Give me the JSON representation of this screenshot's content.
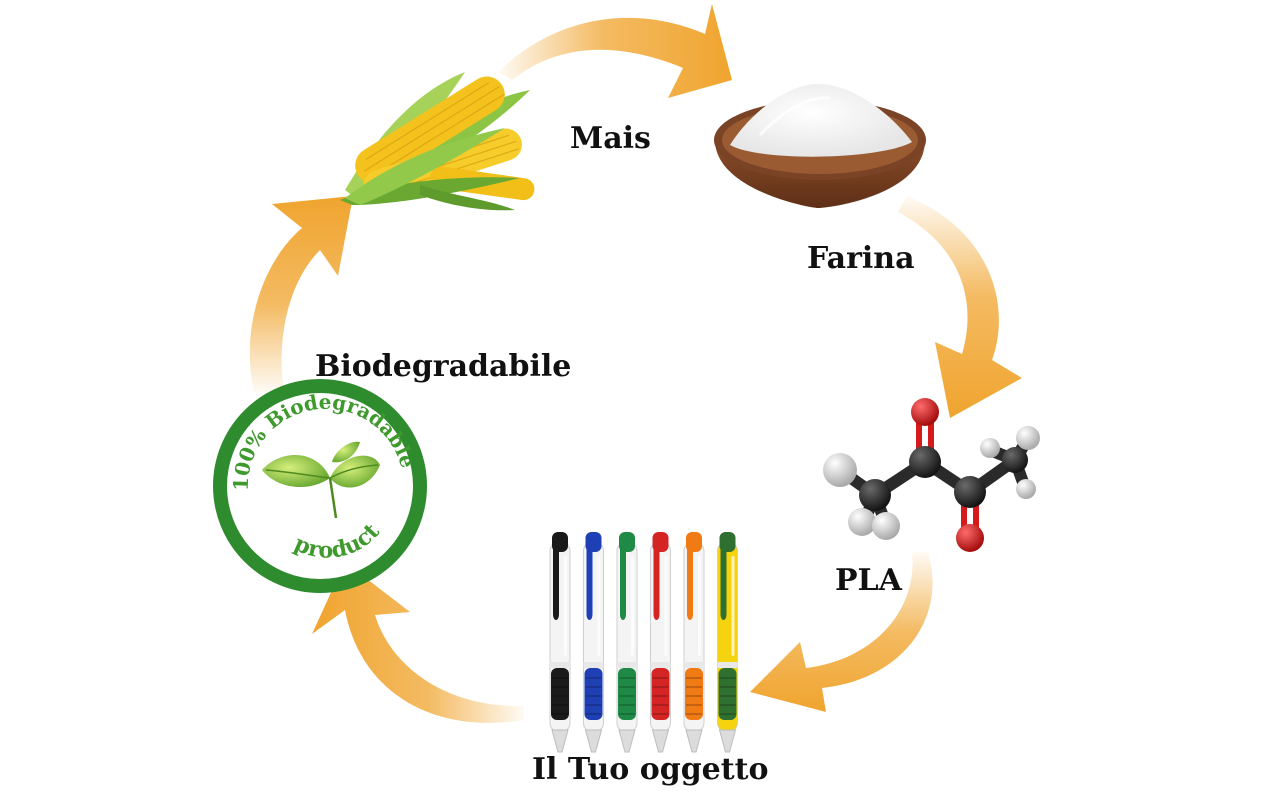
{
  "stages": {
    "corn": {
      "label": "Mais",
      "icon": "corn-cob-icon"
    },
    "flour": {
      "label": "Farina",
      "icon": "flour-bowl-icon"
    },
    "pla": {
      "label": "PLA",
      "icon": "molecule-icon"
    },
    "object": {
      "label": "Il Tuo oggetto",
      "icon": "pens-icon"
    },
    "bio": {
      "label": "Biodegradabile",
      "icon": "biodegradable-seal-icon"
    }
  },
  "seal": {
    "top_text": "100% Biodegradable",
    "bottom_text": "product"
  },
  "pens": [
    {
      "tip": "#1a1a1a",
      "grip": "#1a1a1a"
    },
    {
      "tip": "#1f3fb5",
      "grip": "#1f3fb5"
    },
    {
      "tip": "#1f8a45",
      "grip": "#1f8a45"
    },
    {
      "tip": "#d42424",
      "grip": "#d42424"
    },
    {
      "tip": "#f07a14",
      "grip": "#f07a14"
    },
    {
      "tip": "#2f6f2f",
      "grip": "#2f6f2f",
      "barrel": "#f5d40f"
    }
  ],
  "colors": {
    "arrow": "#f0a42e",
    "seal_green": "#2e8b2e",
    "corn_yellow": "#f3c21c",
    "husk_green": "#7ab83a",
    "bowl_brown": "#7a4326",
    "carbon": "#2a2a2a",
    "oxygen": "#d41a1a",
    "hydrogen": "#e4e4e4"
  }
}
